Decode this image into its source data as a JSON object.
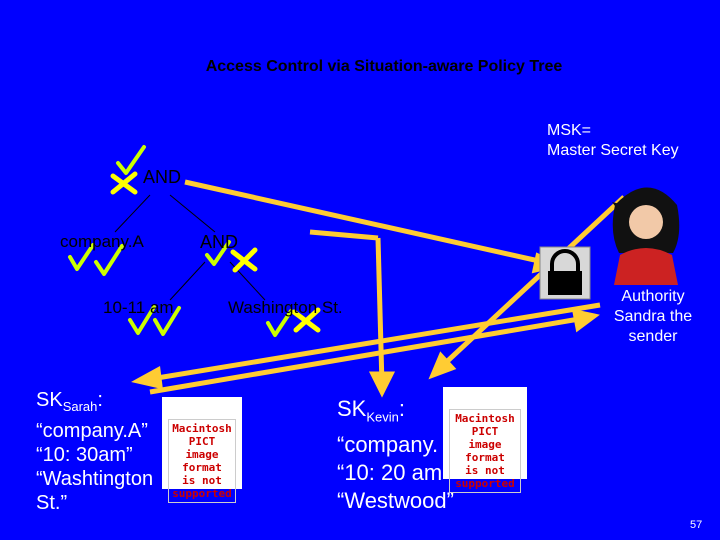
{
  "title": "Access Control via Situation-aware Policy Tree",
  "msk": {
    "line1": "MSK=",
    "line2": "Master Secret Key"
  },
  "tree": {
    "root": "AND",
    "leaf_company": "company.A",
    "inner": "AND",
    "leaf_time": "10-11 am",
    "leaf_location": "Washington St."
  },
  "authority": {
    "line1": "Authority",
    "line2": "Sandra the",
    "line3": "sender"
  },
  "sarah": {
    "sk": "SK",
    "sub": "Sarah",
    "colon": ":",
    "attr1": "“company.A”",
    "attr2": "“10: 30am”",
    "attr3": "“Washtington",
    "attr4": "St.”"
  },
  "kevin": {
    "sk": "SK",
    "sub": "Kevin",
    "colon": ":",
    "attr1": "“company.",
    "attr2": "“10: 20 am",
    "attr3": "“Westwood”"
  },
  "pict_placeholder": {
    "line1": "Macintosh PICT",
    "line2": "image format",
    "line3": "is not supported"
  },
  "page_number": "57",
  "colors": {
    "background": "#0000ff",
    "arrow": "#ffcc33",
    "check": "#ccff00",
    "cross": "#ffff00",
    "pict_text": "#cc0000"
  }
}
